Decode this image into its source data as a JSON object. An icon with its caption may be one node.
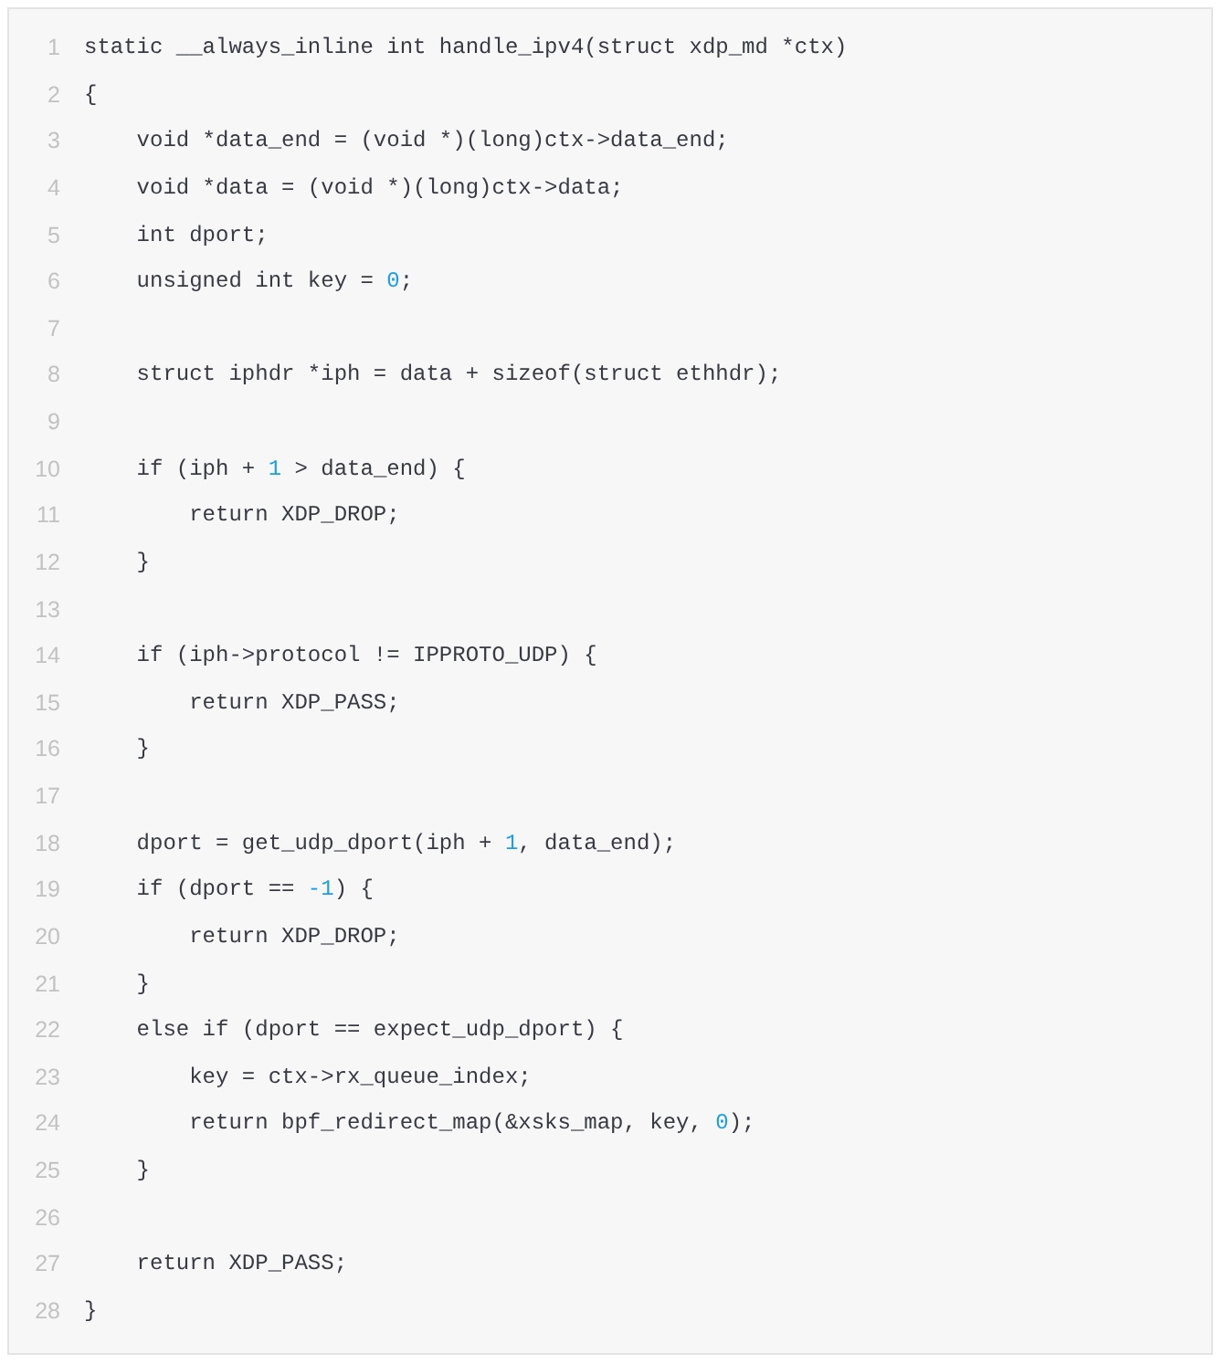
{
  "diagram": {
    "labels": [
      "1",
      "static __always_inline int handle_ipv4(struct xdp_md *ctx)",
      "2",
      "{",
      "3",
      "    void *data_end = (void *)(long)ctx->data_end;",
      "4",
      "    void *data = (void *)(long)ctx->data;",
      "5",
      "    int dport;",
      "6",
      "    unsigned int key = 0;",
      "7",
      "8",
      "    struct iphdr *iph = data + sizeof(struct ethhdr);",
      "9",
      "10",
      "    if (iph + 1 > data_end) {",
      "11",
      "        return XDP_DROP;",
      "12",
      "    }",
      "13",
      "14",
      "    if (iph->protocol != IPPROTO_UDP) {",
      "15",
      "        return XDP_PASS;",
      "16",
      "    }",
      "17",
      "18",
      "    dport = get_udp_dport(iph + 1, data_end);",
      "19",
      "    if (dport == -1) {",
      "20",
      "        return XDP_DROP;",
      "21",
      "    }",
      "22",
      "    else if (dport == expect_udp_dport) {",
      "23",
      "        key = ctx->rx_queue_index;",
      "24",
      "        return bpf_redirect_map(&xsks_map, key, 0);",
      "25",
      "    }",
      "26",
      "27",
      "    return XDP_PASS;",
      "28",
      "}"
    ]
  }
}
